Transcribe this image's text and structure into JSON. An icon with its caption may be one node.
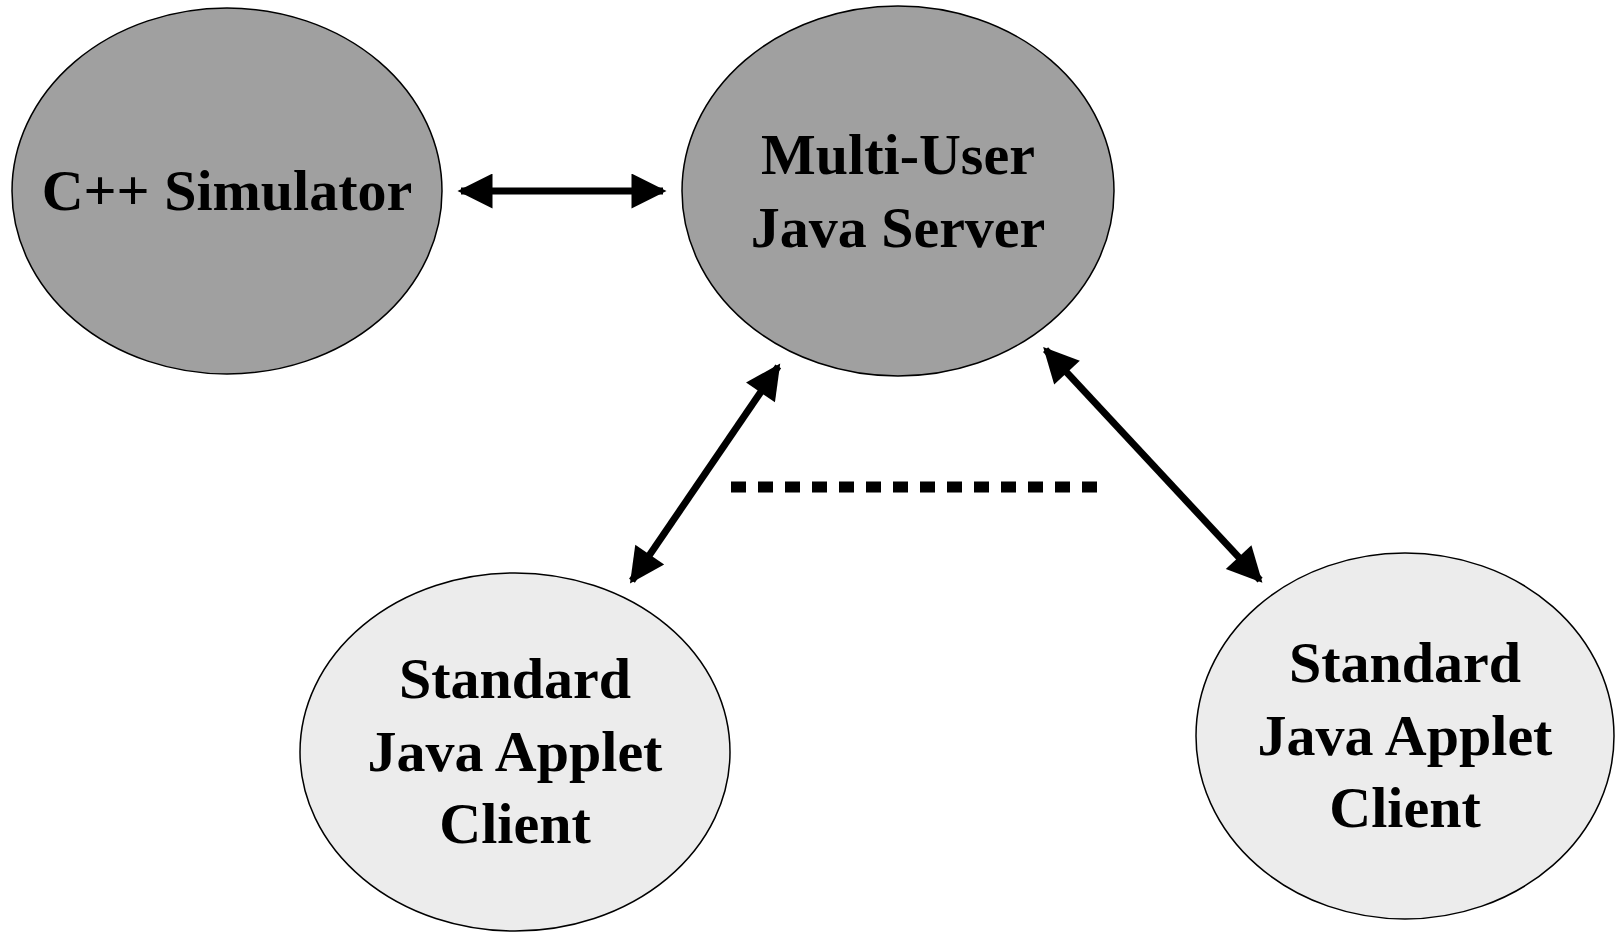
{
  "diagram": {
    "nodes": [
      {
        "text": [
          "C++ Simulator"
        ]
      },
      {
        "text": [
          "Multi-User Java Server"
        ]
      },
      {
        "text": [
          "Standard Java Applet Client"
        ]
      },
      {
        "text": [
          "Standard Java Applet Client"
        ]
      }
    ],
    "edges": [
      {
        "from": 0,
        "to": 1,
        "arrow": "both"
      },
      {
        "from": 1,
        "to": 2,
        "arrow": "both"
      },
      {
        "from": 1,
        "to": 3,
        "arrow": "both"
      }
    ]
  }
}
